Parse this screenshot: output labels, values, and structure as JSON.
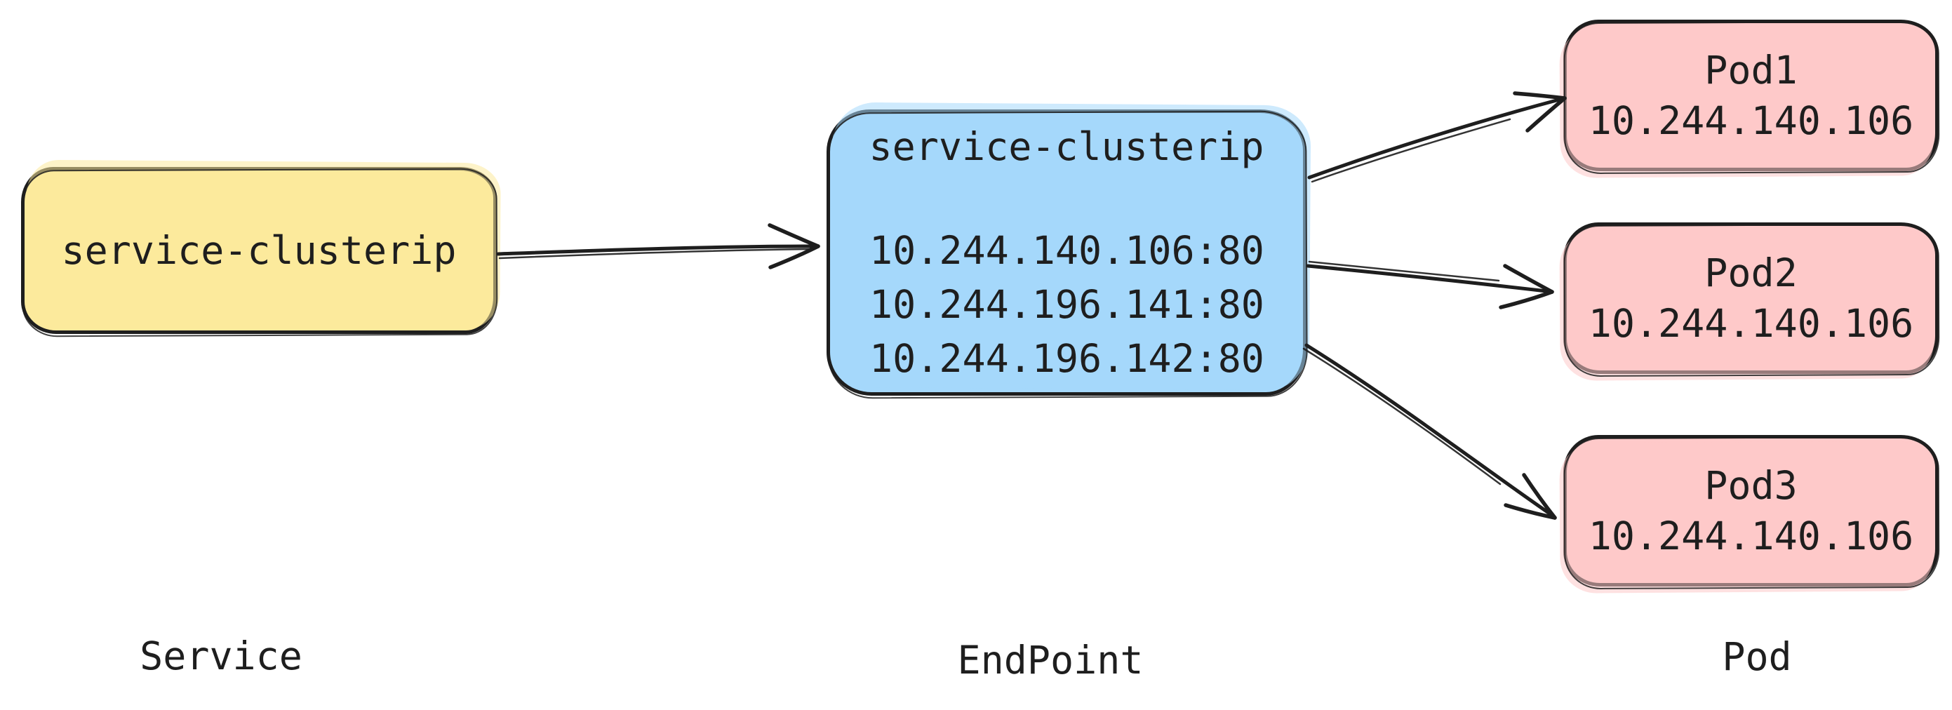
{
  "colors": {
    "stroke": "#1e1e1e",
    "service_fill": "#fcea9c",
    "endpoint_fill": "#a5d8fb",
    "pod_fill": "#fec9c9",
    "background": "#ffffff"
  },
  "service": {
    "name": "service-clusterip",
    "caption": "Service"
  },
  "endpoint": {
    "title": "service-clusterip",
    "addresses": [
      "10.244.140.106:80",
      "10.244.196.141:80",
      "10.244.196.142:80"
    ],
    "caption": "EndPoint"
  },
  "pods": {
    "caption": "Pod",
    "items": [
      {
        "name": "Pod1",
        "ip": "10.244.140.106"
      },
      {
        "name": "Pod2",
        "ip": "10.244.140.106"
      },
      {
        "name": "Pod3",
        "ip": "10.244.140.106"
      }
    ]
  }
}
